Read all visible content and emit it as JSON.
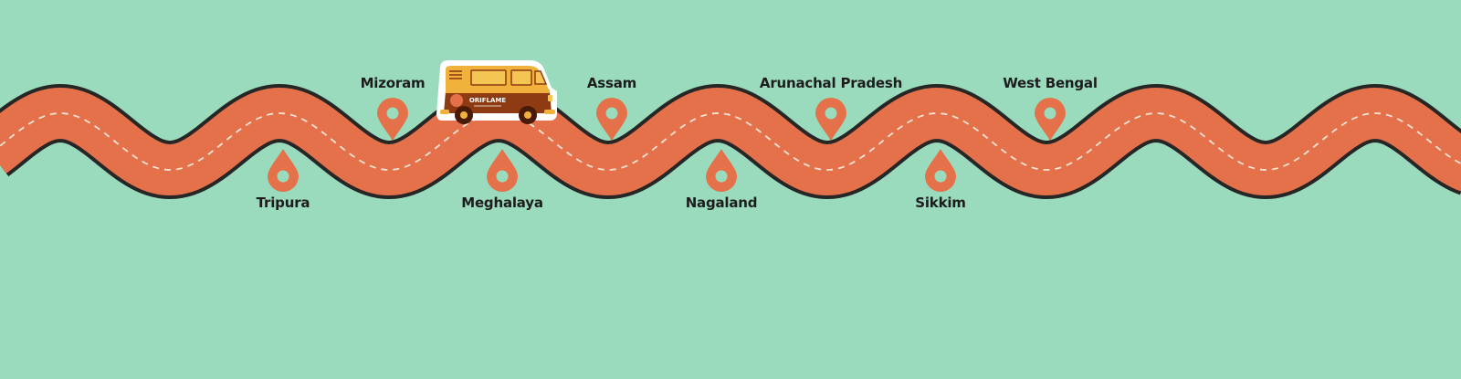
{
  "scene": {
    "background_color": "#9bdbbd",
    "road_color": "#e5714b",
    "road_edge_color": "#262626",
    "lane_marking_color": "#f7e3d4",
    "pin_color": "#e5714b",
    "pin_hole_color": "#9bdbbd"
  },
  "van": {
    "brand": "ORIFLAME",
    "body_color": "#8e3a12",
    "top_color": "#f1b23c",
    "window_color": "#f5c553",
    "wheel_color": "#4a1a08",
    "outline_color": "#ffffff"
  },
  "locations": [
    {
      "name": "Tripura",
      "side": "below"
    },
    {
      "name": "Mizoram",
      "side": "above"
    },
    {
      "name": "Meghalaya",
      "side": "below"
    },
    {
      "name": "Assam",
      "side": "above"
    },
    {
      "name": "Nagaland",
      "side": "below"
    },
    {
      "name": "Arunachal Pradesh",
      "side": "above"
    },
    {
      "name": "Sikkim",
      "side": "below"
    },
    {
      "name": "West Bengal",
      "side": "above"
    }
  ]
}
